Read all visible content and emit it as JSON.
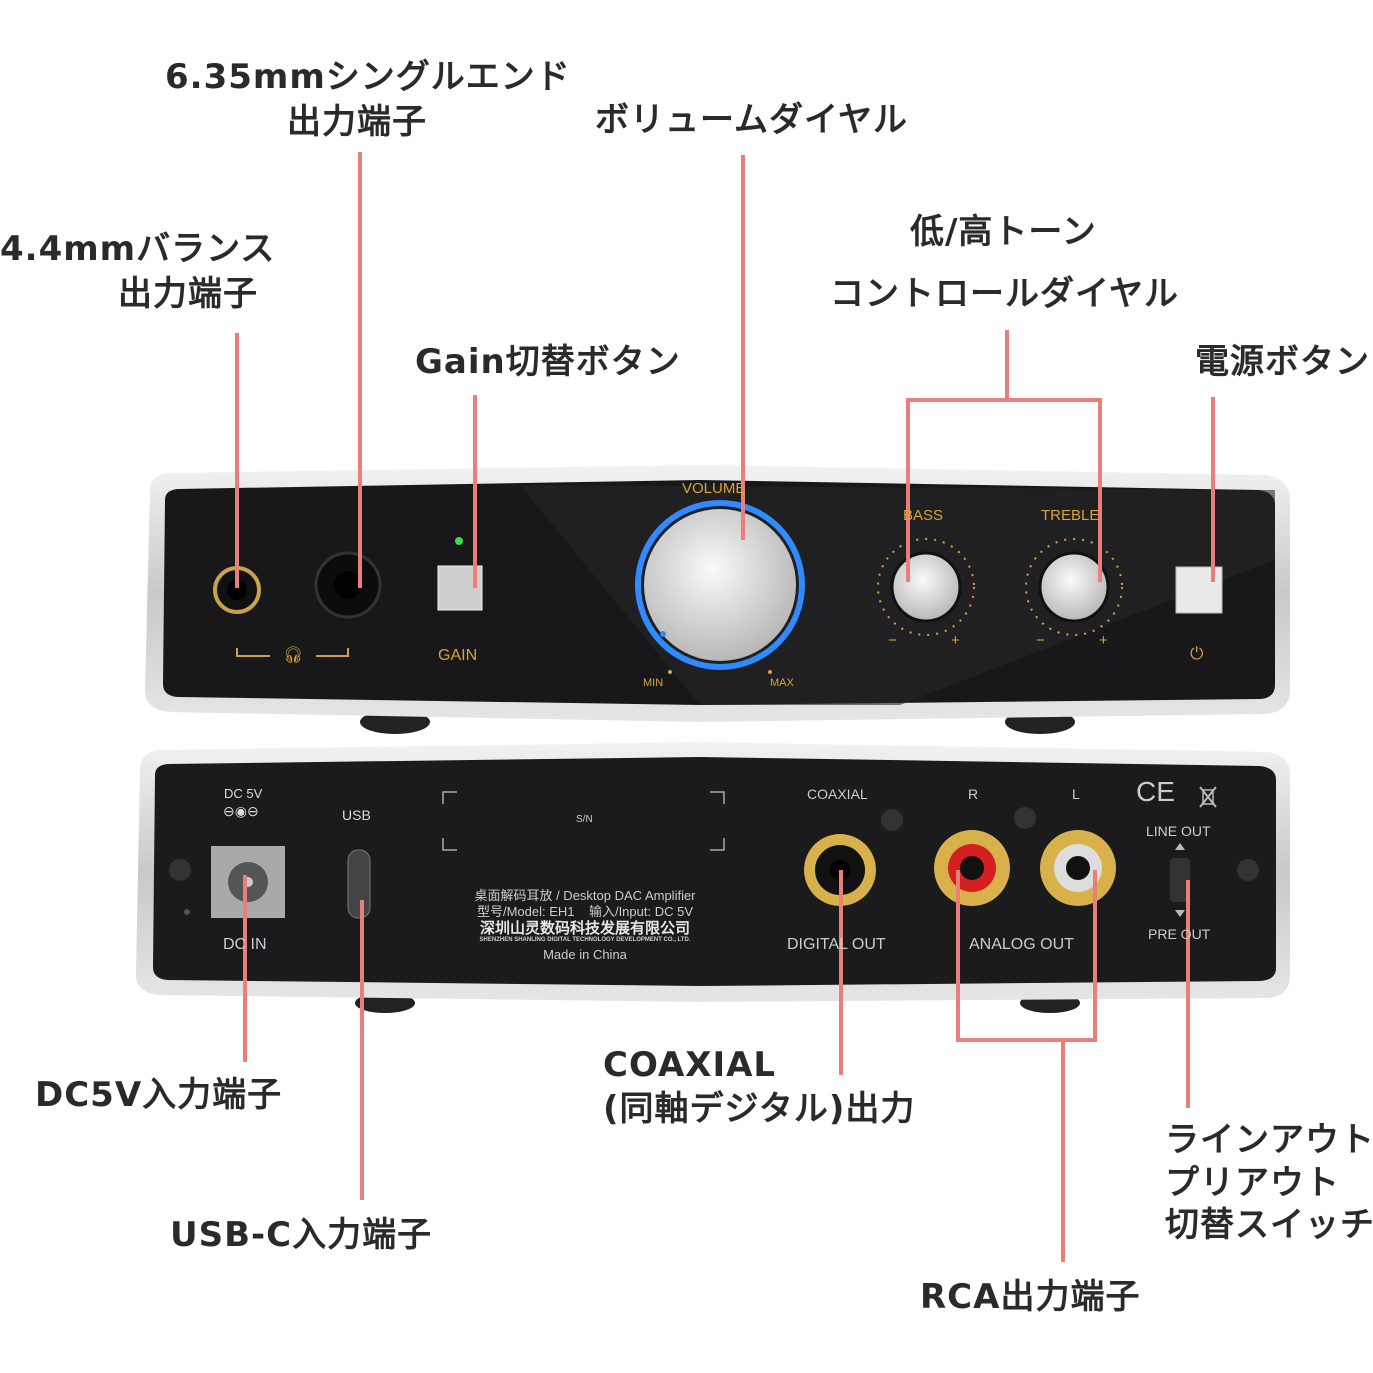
{
  "callouts": {
    "jack_635": [
      "6.35mmシングルエンド",
      "出力端子"
    ],
    "volume": "ボリュームダイヤル",
    "jack_44": [
      "4.4mmバランス",
      "出力端子"
    ],
    "tone": [
      "低/高トーン",
      "コントロールダイヤル"
    ],
    "gain": "Gain切替ボタン",
    "power": "電源ボタン",
    "dc_in": "DC5V入力端子",
    "usb": "USB-C入力端子",
    "coaxial": [
      "COAXIAL",
      "(同軸デジタル)出力"
    ],
    "switch": [
      "ラインアウト",
      "プリアウト",
      "切替スイッチ"
    ],
    "rca": "RCA出力端子"
  },
  "front_panel": {
    "volume": "VOLUME",
    "bass": "BASS",
    "treble": "TREBLE",
    "gain": "GAIN",
    "min": "MIN",
    "max": "MAX",
    "minus": "−",
    "plus": "+",
    "power_icon": "power-icon",
    "headphone_icon": "headphone-icon"
  },
  "back_panel": {
    "dc5v": "DC 5V",
    "usb": "USB",
    "sn": "S/N",
    "coaxial": "COAXIAL",
    "r": "R",
    "l": "L",
    "ce": "CE",
    "line_out": "LINE OUT",
    "pre_out": "PRE OUT",
    "dc_in": "DC IN",
    "digital_out": "DIGITAL OUT",
    "analog_out": "ANALOG OUT",
    "info_line1": "桌面解码耳放 / Desktop DAC Amplifier",
    "info_line2": "型号/Model: EH1    输入/Input: DC 5V",
    "company_cn": "深圳山灵数码科技发展有限公司",
    "company_en": "SHENZHEN SHANLING DIGITAL TECHNOLOGY DEVELOPMENT CO., LTD.",
    "made_in": "Made in China"
  },
  "colors": {
    "leader": "#e97f7a",
    "panel": "#1c1c1e",
    "gold": "#d9a23a",
    "ring": "#2f8bff"
  }
}
